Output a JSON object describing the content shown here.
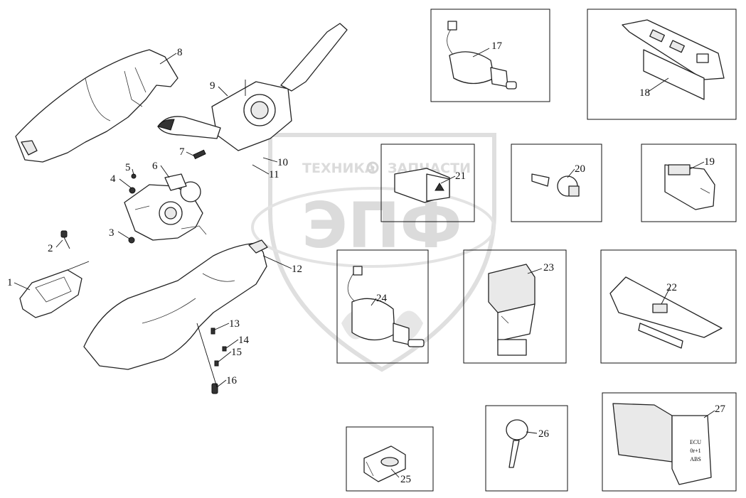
{
  "watermark": {
    "brand_left": "ТЕХНИКА",
    "brand_right": "ЗАПЧАСТИ",
    "logo_letters": "ЭПФ",
    "gear_icon": "gear-icon"
  },
  "callouts": [
    {
      "id": "c1",
      "label": "1"
    },
    {
      "id": "c2",
      "label": "2"
    },
    {
      "id": "c3",
      "label": "3"
    },
    {
      "id": "c4",
      "label": "4"
    },
    {
      "id": "c5",
      "label": "5"
    },
    {
      "id": "c6",
      "label": "6"
    },
    {
      "id": "c7",
      "label": "7"
    },
    {
      "id": "c8",
      "label": "8"
    },
    {
      "id": "c9",
      "label": "9"
    },
    {
      "id": "c10",
      "label": "10"
    },
    {
      "id": "c11",
      "label": "11"
    },
    {
      "id": "c12",
      "label": "12"
    },
    {
      "id": "c13",
      "label": "13"
    },
    {
      "id": "c14",
      "label": "14"
    },
    {
      "id": "c15",
      "label": "15"
    },
    {
      "id": "c16",
      "label": "16"
    },
    {
      "id": "c17",
      "label": "17"
    },
    {
      "id": "c18",
      "label": "18"
    },
    {
      "id": "c19",
      "label": "19"
    },
    {
      "id": "c20",
      "label": "20"
    },
    {
      "id": "c21",
      "label": "21"
    },
    {
      "id": "c22",
      "label": "22"
    },
    {
      "id": "c23",
      "label": "23"
    },
    {
      "id": "c24",
      "label": "24"
    },
    {
      "id": "c25",
      "label": "25"
    },
    {
      "id": "c26",
      "label": "26"
    },
    {
      "id": "c27",
      "label": "27"
    }
  ],
  "switch27_label": [
    "ECU",
    "0r+1",
    "ABS"
  ]
}
